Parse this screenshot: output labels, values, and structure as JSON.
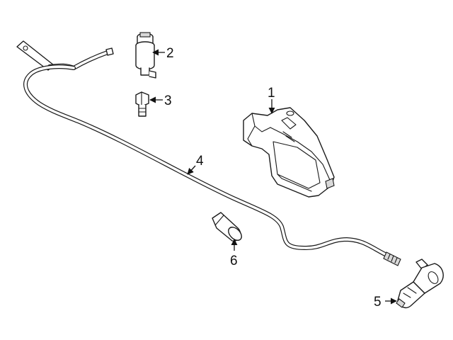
{
  "callouts": {
    "c1": "1",
    "c2": "2",
    "c3": "3",
    "c4": "4",
    "c5": "5",
    "c6": "6"
  },
  "colors": {
    "line": "#1a1a1a",
    "background": "#ffffff"
  }
}
